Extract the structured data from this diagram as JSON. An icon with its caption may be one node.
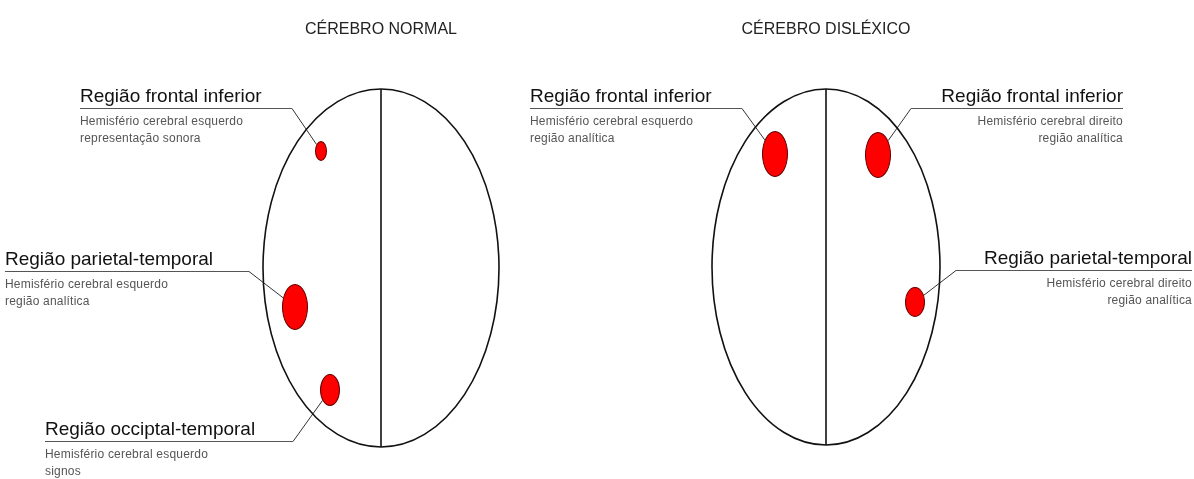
{
  "diagram": {
    "nodes": [
      {
        "text": [
          "CÉREBRO NORMAL"
        ]
      },
      {
        "text": [],
        "shape": "circle",
        "in": 0
      },
      {
        "text": [],
        "shape": "circle",
        "in": 0
      },
      {
        "text": [],
        "shape": "circle",
        "in": 0
      },
      {
        "text": [
          "Região frontal inferior",
          "Hemisfério cerebral esquerdo representação sonora"
        ]
      },
      {
        "text": [
          "Região parietal-temporal",
          "Hemisfério cerebral esquerdo região analítica"
        ]
      },
      {
        "text": [
          "Região occiptal-temporal",
          "Hemisfério cerebral esquerdo signos"
        ]
      },
      {
        "text": [
          "CÉREBRO DISLÉXICO"
        ]
      },
      {
        "text": [],
        "shape": "circle",
        "in": 7
      },
      {
        "text": [],
        "shape": "circle",
        "in": 7
      },
      {
        "text": [],
        "shape": "circle",
        "in": 7
      },
      {
        "text": [
          "Região frontal inferior",
          "Hemisfério cerebral esquerdo região analítica"
        ]
      },
      {
        "text": [
          "Região frontal inferior",
          "Hemisfério cerebral direito região analítica"
        ]
      },
      {
        "text": [
          "Região parietal-temporal",
          "Hemisfério cerebral direito região analítica"
        ]
      }
    ],
    "edges": [
      {
        "from": 4,
        "to": 1,
        "arrow": "none"
      },
      {
        "from": 5,
        "to": 2,
        "arrow": "none"
      },
      {
        "from": 6,
        "to": 3,
        "arrow": "none"
      },
      {
        "from": 11,
        "to": 8,
        "arrow": "none"
      },
      {
        "from": 12,
        "to": 9,
        "arrow": "none"
      },
      {
        "from": 13,
        "to": 10,
        "arrow": "none"
      }
    ]
  }
}
